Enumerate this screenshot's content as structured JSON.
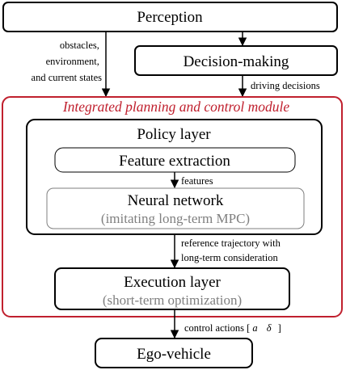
{
  "boxes": {
    "perception": "Perception",
    "decision_making": "Decision-making",
    "policy_layer": "Policy layer",
    "feature_extraction": "Feature extraction",
    "neural_network": "Neural network",
    "neural_network_sub": "(imitating long-term MPC)",
    "execution_layer": "Execution layer",
    "execution_layer_sub": "(short-term optimization)",
    "ego_vehicle": "Ego-vehicle"
  },
  "module": {
    "title": "Integrated planning and control module"
  },
  "edges": {
    "obstacles": [
      "obstacles,",
      "environment,",
      "and current states"
    ],
    "driving_decisions": "driving decisions",
    "features": "features",
    "reference_trajectory": [
      "reference trajectory with",
      "long-term consideration"
    ],
    "control_actions_prefix": "control actions [",
    "control_actions_a": "a",
    "control_actions_delta": "δ",
    "control_actions_suffix": "]"
  },
  "colors": {
    "module_border": "#c0202e",
    "module_title": "#c0202e",
    "subtitle_gray": "#7f7f7f",
    "box_stroke": "#000000"
  }
}
